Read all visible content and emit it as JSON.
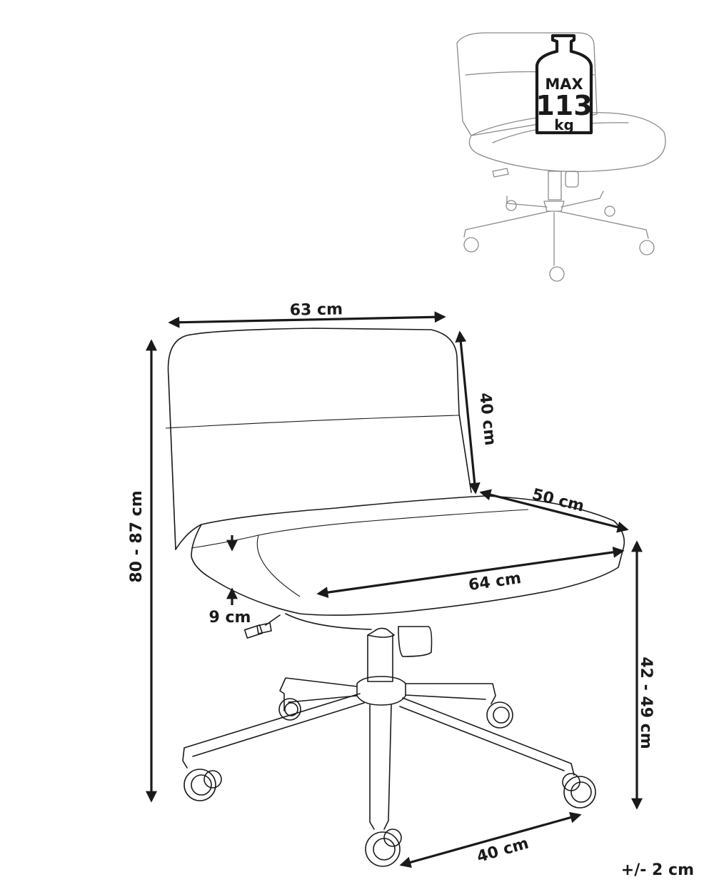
{
  "max_weight": {
    "max_label": "MAX",
    "value": "113",
    "unit": "kg"
  },
  "dimensions": {
    "width": "63 cm",
    "backrest_height": "40 cm",
    "seat_depth": "50 cm",
    "total_height": "80 - 87 cm",
    "seat_width": "64 cm",
    "cushion_thickness": "9 cm",
    "seat_height": "42 - 49 cm",
    "base_spacing": "40 cm"
  },
  "tolerance": "+/- 2 cm"
}
